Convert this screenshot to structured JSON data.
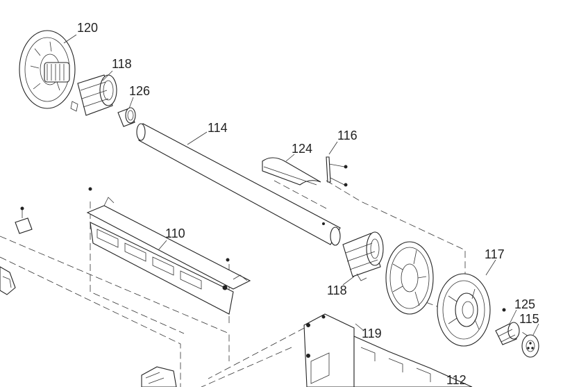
{
  "diagram": {
    "part_labels": {
      "p120": "120",
      "p118a": "118",
      "p126": "126",
      "p114": "114",
      "p116": "116",
      "p124": "124",
      "p110": "110",
      "p118b": "118",
      "p117": "117",
      "p125": "125",
      "p115": "115",
      "p119": "119",
      "p112": "112"
    }
  }
}
